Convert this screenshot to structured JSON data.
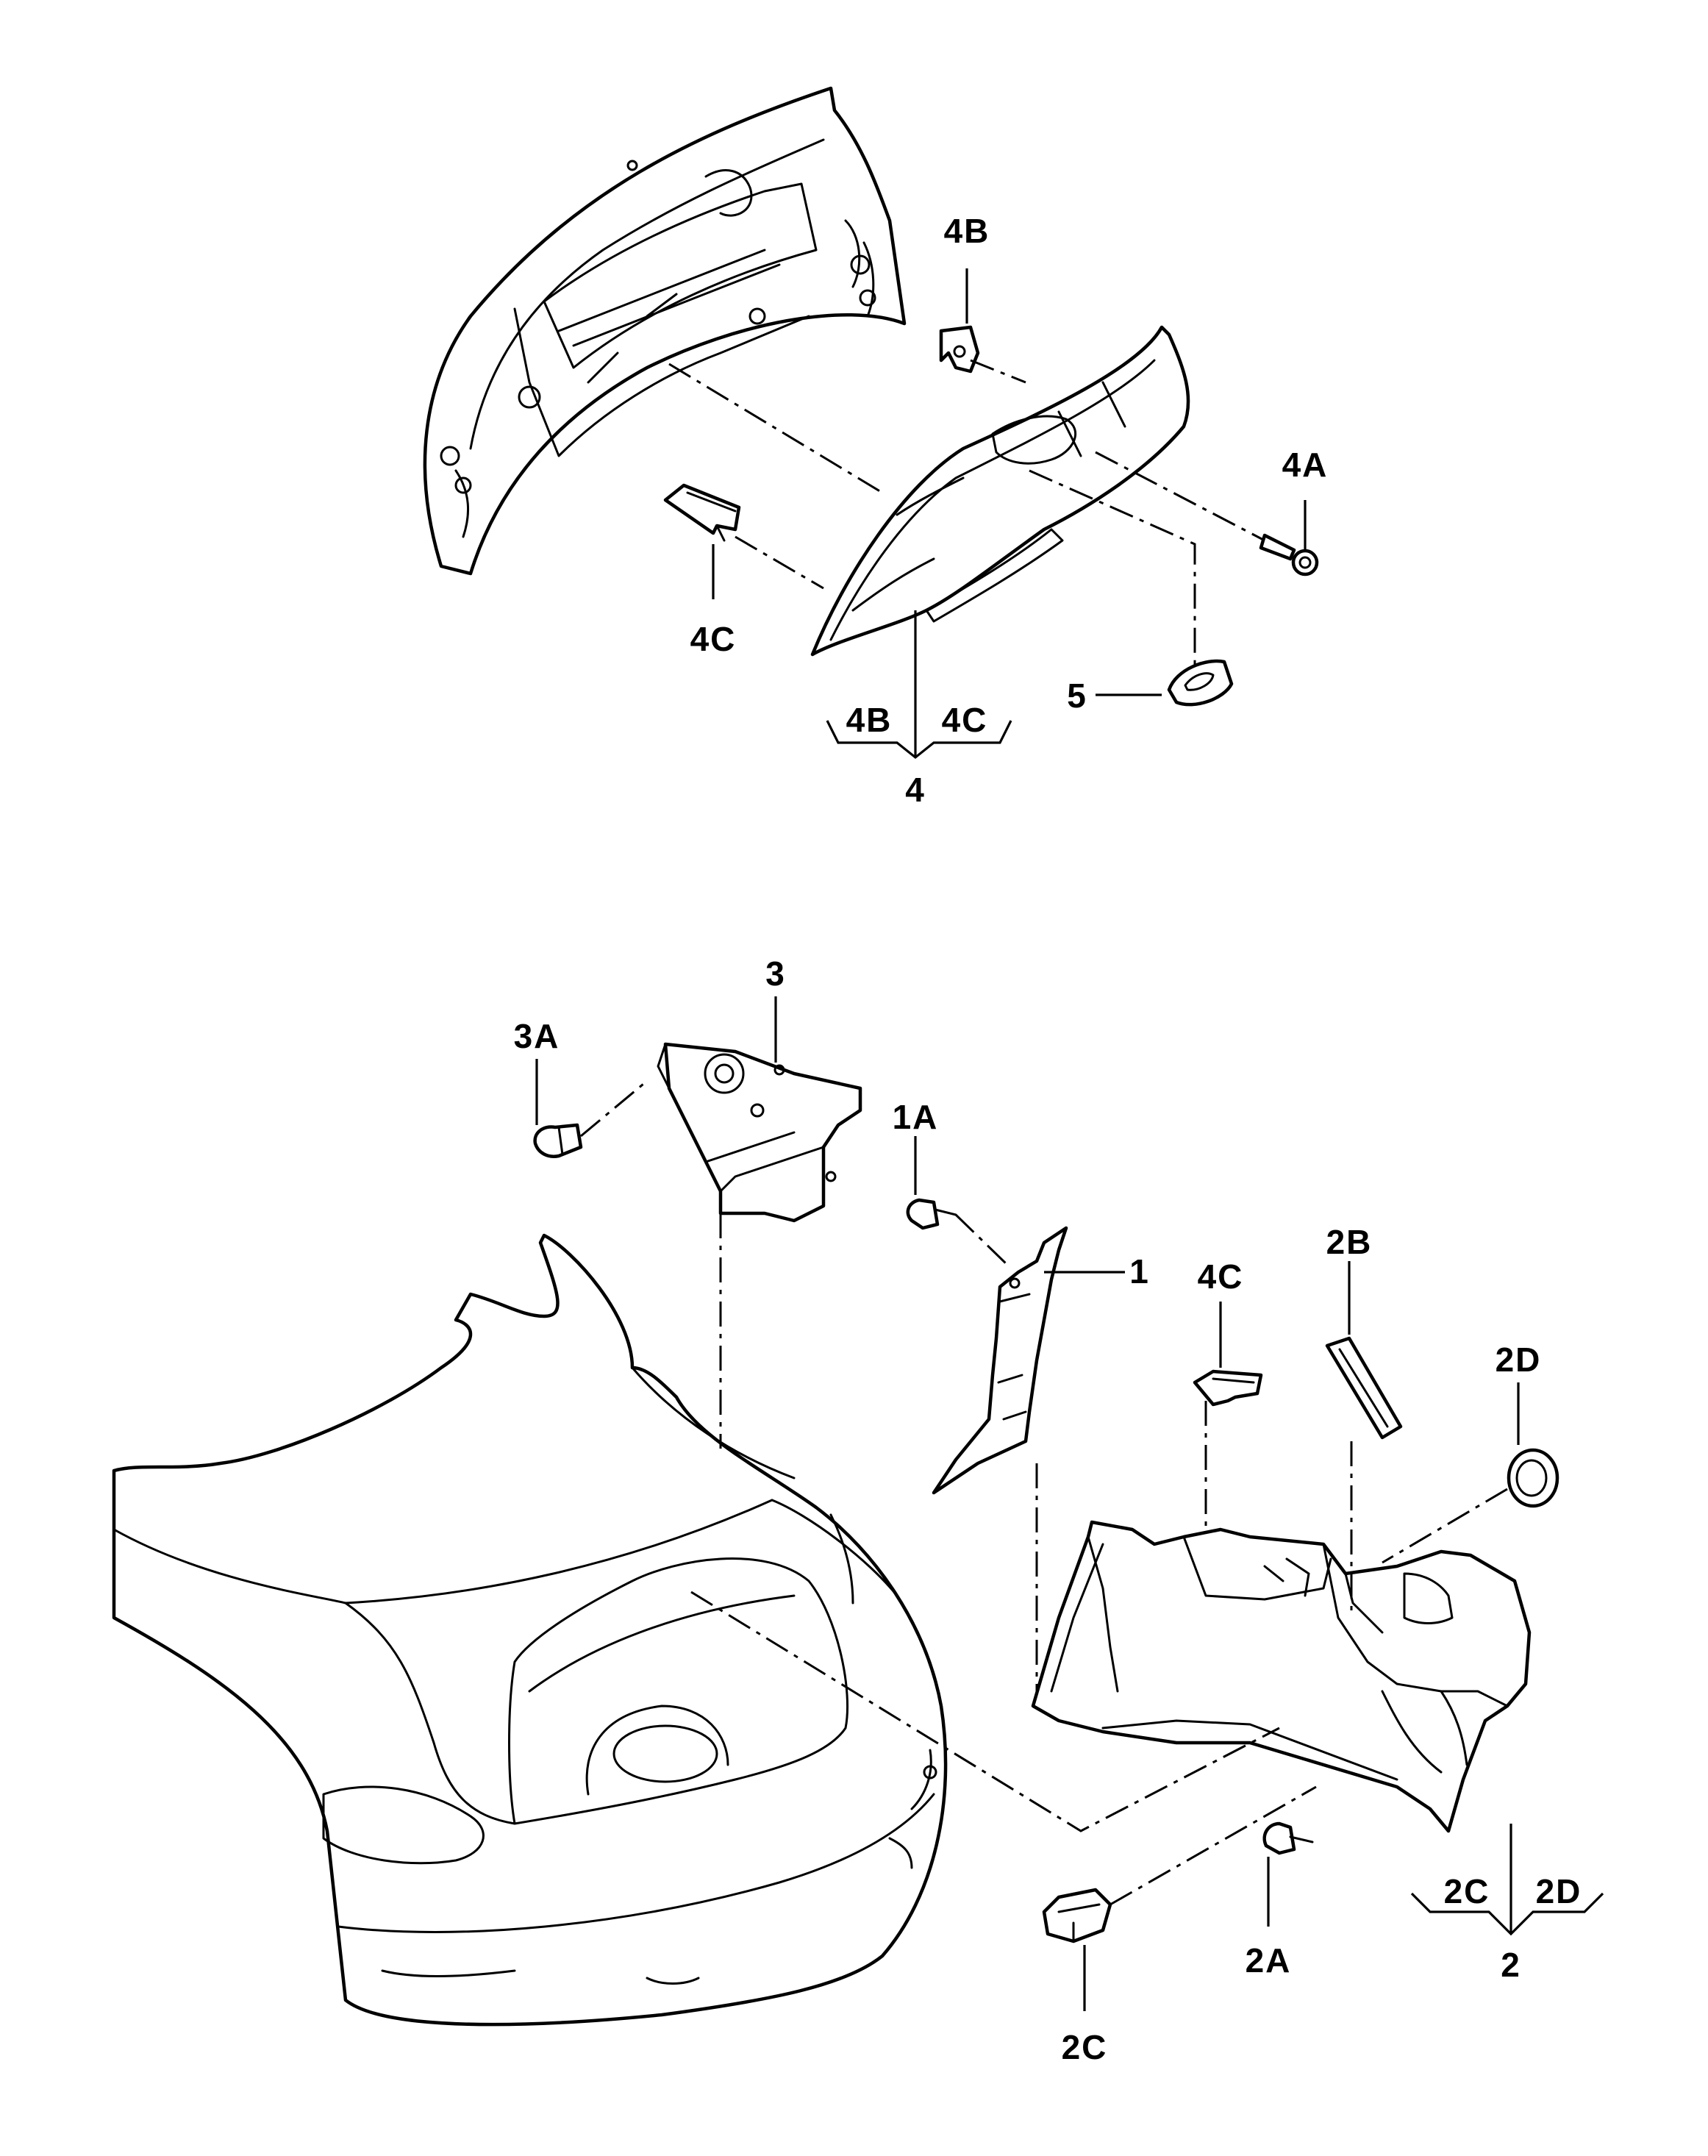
{
  "labels": {
    "l1": "1",
    "l1a": "1A",
    "l2": "2",
    "l2a": "2A",
    "l2b": "2B",
    "l2c_part": "2C",
    "l2c_group": "2C",
    "l2d_part": "2D",
    "l2d_group": "2D",
    "l3": "3",
    "l3a": "3A",
    "l4": "4",
    "l4a": "4A",
    "l4b_part": "4B",
    "l4b_group": "4B",
    "l4c_part": "4C",
    "l4c_group": "4C",
    "l4c_lower": "4C",
    "l5": "5"
  }
}
